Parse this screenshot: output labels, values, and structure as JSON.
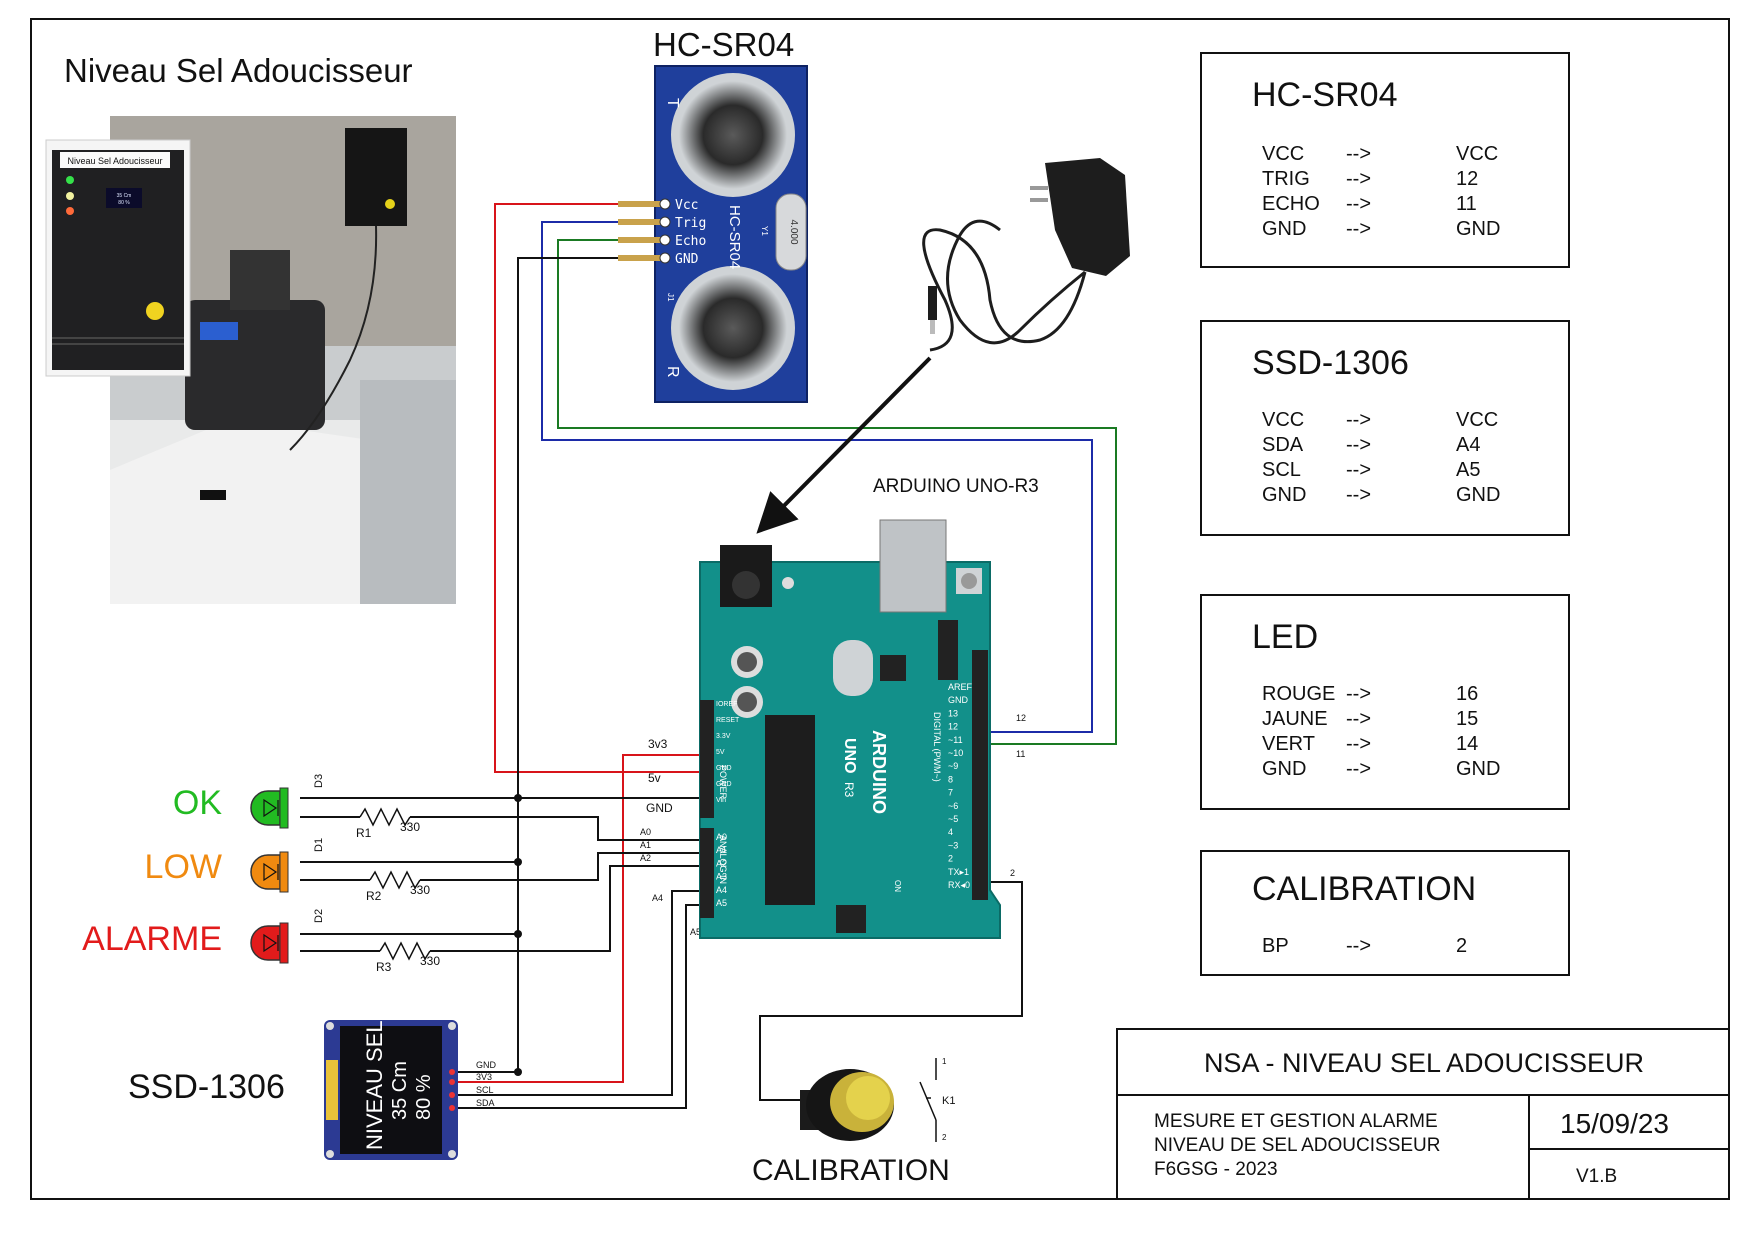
{
  "page_title": "Niveau Sel Adoucisseur",
  "photo": {
    "device_label": "Niveau Sel Adoucisseur",
    "oled_text": [
      "35 Cm",
      "80 %"
    ]
  },
  "sensor_title": "HC-SR04",
  "sensor_pins": [
    "Vcc",
    "Trig",
    "Echo",
    "GND"
  ],
  "sensor_board_marks": {
    "t": "T",
    "r": "R",
    "label": "HC-SR04",
    "j1": "J1",
    "y1": "Y1",
    "xtal": "4.000"
  },
  "arduino_title": "ARDUINO UNO-R3",
  "arduino_board_text": {
    "uno": "UNO",
    "brand": "ARDUINO",
    "r3": "R3",
    "digital": "DIGITAL (PWM~)",
    "power": "POWER",
    "analog": "ANALOG IN",
    "on": "ON",
    "tx": "TX▸1",
    "rx": "RX◂0"
  },
  "arduino_power_pins": [
    "IOREF",
    "RESET",
    "3.3V",
    "5V",
    "GND",
    "GND",
    "Vin"
  ],
  "arduino_analog_pins": [
    "A0",
    "A1",
    "A2",
    "A3",
    "A4",
    "A5"
  ],
  "arduino_digital_pins": [
    "AREF",
    "GND",
    "13",
    "12",
    "~11",
    "~10",
    "~9",
    "8",
    "7",
    "~6",
    "~5",
    "4",
    "~3",
    "2",
    "TX▸1",
    "RX◂0"
  ],
  "wire_labels": {
    "v33": "3v3",
    "v5": "5v",
    "gnd": "GND",
    "a0": "A0",
    "a1": "A1",
    "a2": "A2",
    "a4": "A4",
    "a5": "A5",
    "d12": "12",
    "d11": "11",
    "d2": "2"
  },
  "leds": [
    {
      "label": "OK",
      "color": "#22bb22",
      "ref": "D3",
      "res": "R1",
      "ohm": "330"
    },
    {
      "label": "LOW",
      "color": "#f08a10",
      "ref": "D1",
      "res": "R2",
      "ohm": "330"
    },
    {
      "label": "ALARME",
      "color": "#e21b1b",
      "ref": "D2",
      "res": "R3",
      "ohm": "330"
    }
  ],
  "oled_title": "SSD-1306",
  "oled_screen": [
    "NIVEAU SEL",
    "35 Cm",
    "80 %"
  ],
  "oled_pins": [
    "GND",
    "3V3",
    "SCL",
    "SDA"
  ],
  "button_label": "CALIBRATION",
  "switch": {
    "ref": "K1",
    "pin1": "1",
    "pin2": "2"
  },
  "tables": {
    "hcsr04": {
      "title": "HC-SR04",
      "rows": [
        [
          "VCC",
          "-->",
          "VCC"
        ],
        [
          "TRIG",
          "-->",
          "12"
        ],
        [
          "ECHO",
          "-->",
          "11"
        ],
        [
          "GND",
          "-->",
          "GND"
        ]
      ]
    },
    "ssd1306": {
      "title": "SSD-1306",
      "rows": [
        [
          "VCC",
          "-->",
          "VCC"
        ],
        [
          "SDA",
          "-->",
          "A4"
        ],
        [
          "SCL",
          "-->",
          "A5"
        ],
        [
          "GND",
          "-->",
          "GND"
        ]
      ]
    },
    "led": {
      "title": "LED",
      "rows": [
        [
          "ROUGE",
          "-->",
          "16"
        ],
        [
          "JAUNE",
          "-->",
          "15"
        ],
        [
          "VERT",
          "-->",
          "14"
        ],
        [
          "GND",
          "-->",
          "GND"
        ]
      ]
    },
    "calibration": {
      "title": "CALIBRATION",
      "rows": [
        [
          "BP",
          "-->",
          "2"
        ]
      ]
    }
  },
  "title_block": {
    "project": "NSA - NIVEAU SEL ADOUCISSEUR",
    "description": [
      "MESURE ET GESTION ALARME",
      "NIVEAU DE SEL ADOUCISSEUR",
      "F6GSG -  2023"
    ],
    "date": "15/09/23",
    "version": "V1.B"
  },
  "colors": {
    "red_wire": "#d8141a",
    "blue_wire": "#1c2ba8",
    "green_wire": "#1a7a23",
    "black_wire": "#111111",
    "pcb": "#12908a",
    "sensor_pcb": "#1f3f9c",
    "oled_pcb": "#2c3a93"
  }
}
